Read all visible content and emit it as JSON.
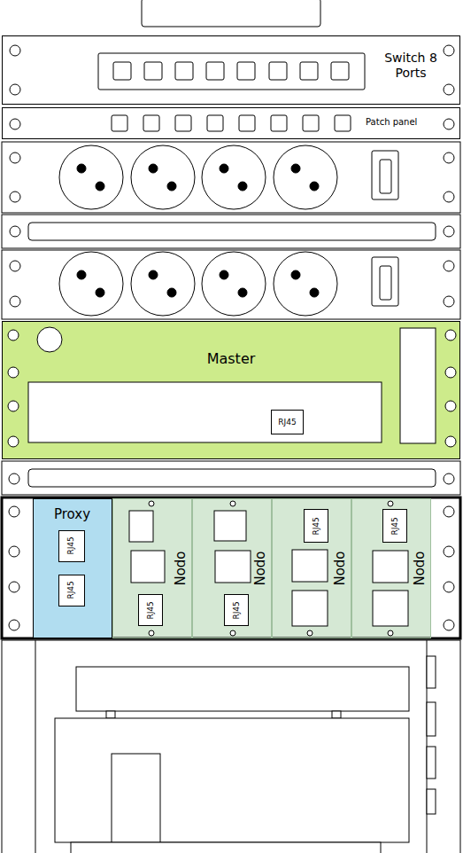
{
  "diagram": {
    "nodes": [
      {
        "text": [
          "Switch 8 Ports"
        ]
      },
      {
        "text": [
          "Patch panel"
        ]
      },
      {
        "text": [
          "Master"
        ]
      },
      {
        "text": [
          "RJ45"
        ],
        "in": 2
      },
      {
        "text": [
          "Proxy"
        ]
      },
      {
        "text": [
          "RJ45"
        ],
        "in": 4
      },
      {
        "text": [
          "RJ45"
        ],
        "in": 4
      },
      {
        "text": [
          "Nodo"
        ]
      },
      {
        "text": [
          "RJ45"
        ],
        "in": 7
      },
      {
        "text": [
          "Nodo"
        ]
      },
      {
        "text": [
          "RJ45"
        ],
        "in": 9
      },
      {
        "text": [
          "Nodo"
        ]
      },
      {
        "text": [
          "RJ45"
        ],
        "in": 11
      },
      {
        "text": [
          "Nodo"
        ]
      },
      {
        "text": [
          "RJ45"
        ],
        "in": 13
      }
    ]
  }
}
